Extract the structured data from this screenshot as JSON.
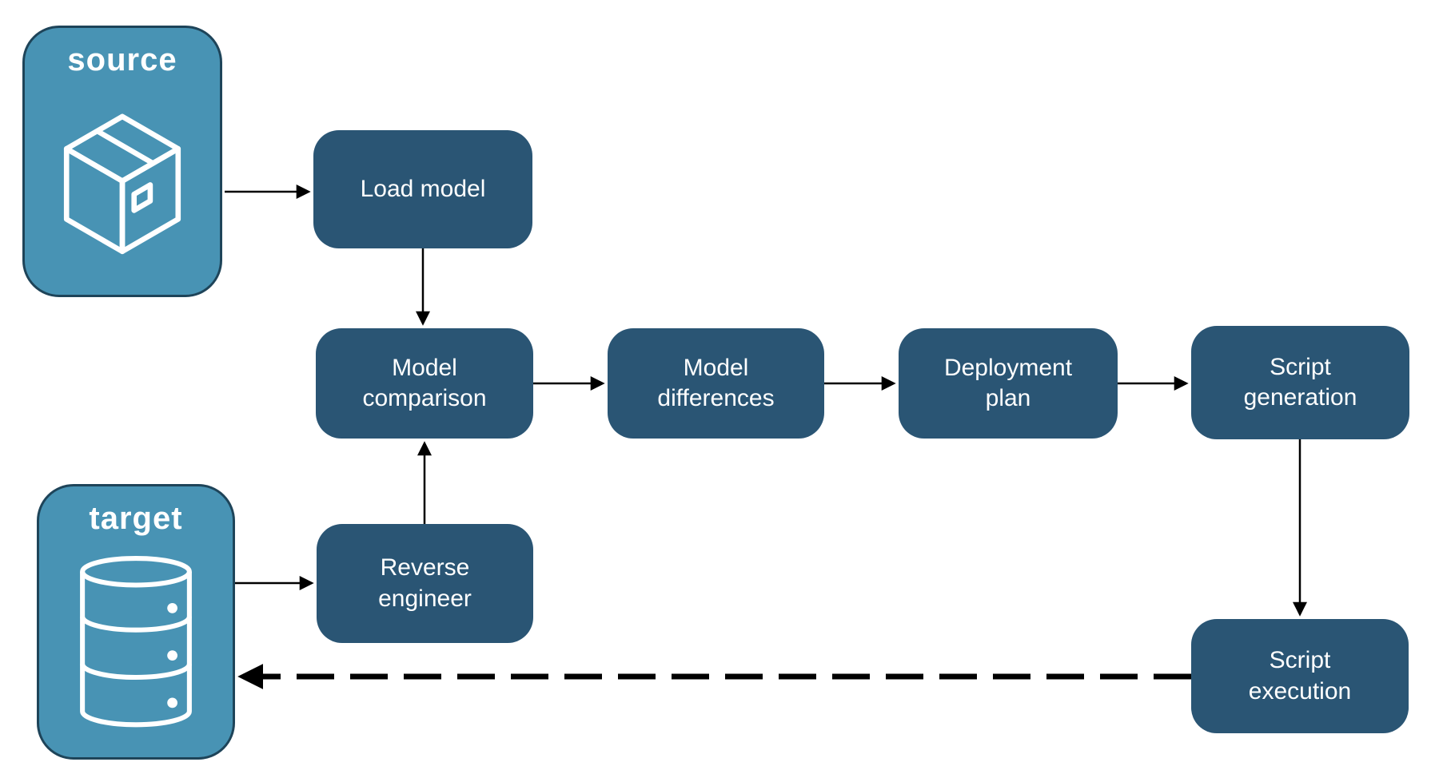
{
  "endpoints": {
    "source": {
      "label": "source",
      "icon": "package-icon"
    },
    "target": {
      "label": "target",
      "icon": "database-icon"
    }
  },
  "processes": {
    "load_model": {
      "label": "Load model"
    },
    "model_comparison": {
      "label": "Model comparison"
    },
    "model_differences": {
      "label": "Model differences"
    },
    "deployment_plan": {
      "label": "Deployment plan"
    },
    "script_generation": {
      "label": "Script generation"
    },
    "reverse_engineer": {
      "label": "Reverse engineer"
    },
    "script_execution": {
      "label": "Script execution"
    }
  },
  "edges": [
    {
      "from": "source",
      "to": "load_model",
      "style": "solid"
    },
    {
      "from": "load_model",
      "to": "model_comparison",
      "style": "solid"
    },
    {
      "from": "target",
      "to": "reverse_engineer",
      "style": "solid"
    },
    {
      "from": "reverse_engineer",
      "to": "model_comparison",
      "style": "solid"
    },
    {
      "from": "model_comparison",
      "to": "model_differences",
      "style": "solid"
    },
    {
      "from": "model_differences",
      "to": "deployment_plan",
      "style": "solid"
    },
    {
      "from": "deployment_plan",
      "to": "script_generation",
      "style": "solid"
    },
    {
      "from": "script_generation",
      "to": "script_execution",
      "style": "solid"
    },
    {
      "from": "script_execution",
      "to": "target",
      "style": "dashed"
    }
  ],
  "colors": {
    "background": "#FFFFFF",
    "process_box_fill": "#2A5574",
    "endpoint_box_fill": "#4893B4",
    "endpoint_box_border": "#1E4459",
    "text": "#FFFFFF",
    "arrow": "#000000"
  }
}
